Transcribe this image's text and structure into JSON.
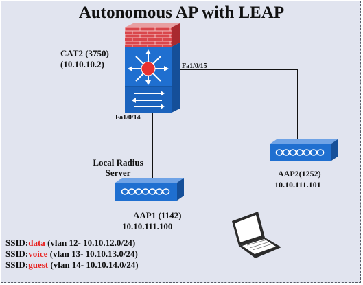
{
  "title": "Autonomous AP with LEAP",
  "switch": {
    "name": "CAT2 (3750)",
    "ip": "(10.10.10.2)",
    "port_to_aap2": "Fa1/0/15",
    "port_to_aap1": "Fa1/0/14"
  },
  "radius_label": {
    "line1": "Local Radius",
    "line2": "Server"
  },
  "aap1": {
    "name": "AAP1 (1142)",
    "ip": "10.10.111.100"
  },
  "aap2": {
    "name": "AAP2(1252)",
    "ip": "10.10.111.101"
  },
  "ssids": [
    {
      "prefix": "SSID:",
      "name": "data",
      "detail": " (vlan 12- 10.10.12.0/24)"
    },
    {
      "prefix": "SSID:",
      "name": "voice",
      "detail": " (vlan 13- 10.10.13.0/24)"
    },
    {
      "prefix": "SSID:",
      "name": "guest",
      "detail": " (vlan 14- 10.10.14.0/24)"
    }
  ],
  "icons": [
    "firewall-icon",
    "multilayer-switch-icon",
    "access-point-icon",
    "laptop-icon"
  ],
  "colors": {
    "background": "#e1e4ef",
    "device_blue": "#1f6fd0",
    "firewall_red": "#d9464b",
    "ssid_highlight": "#e8211f"
  }
}
